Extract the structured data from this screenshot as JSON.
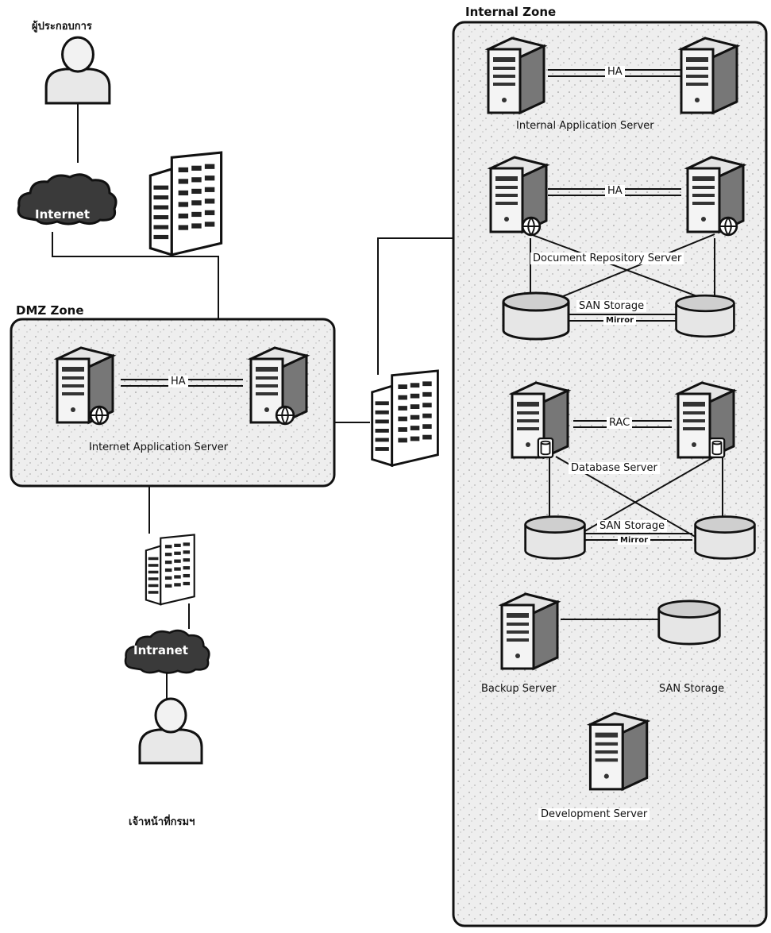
{
  "people": {
    "operator": "ผู้ประกอบการ",
    "officer": "เจ้าหน้าที่กรมฯ"
  },
  "clouds": {
    "internet": "Internet",
    "intranet": "Intranet"
  },
  "dmz": {
    "title": "DMZ Zone",
    "ha": "HA",
    "server_label": "Internet Application Server"
  },
  "internal": {
    "title": "Internal Zone",
    "app": {
      "ha": "HA",
      "label": "Internal Application Server"
    },
    "doc": {
      "ha": "HA",
      "label": "Document Repository Server",
      "storage": "SAN Storage",
      "mirror": "Mirror"
    },
    "db": {
      "rac": "RAC",
      "label": "Database Server",
      "storage": "SAN Storage",
      "mirror": "Mirror"
    },
    "backup": {
      "label": "Backup Server",
      "storage": "SAN Storage"
    },
    "dev": {
      "label": "Development Server"
    }
  },
  "colors": {
    "line": "#111111",
    "zone_fill": "#ececec",
    "cloud": "#3a3a3a"
  }
}
